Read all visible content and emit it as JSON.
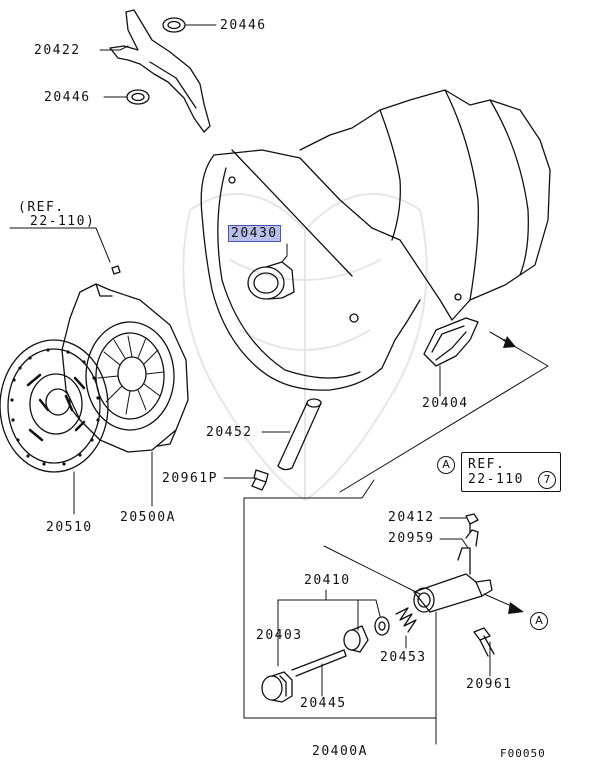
{
  "labels": {
    "p20446_top": "20446",
    "p20422": "20422",
    "p20446_left": "20446",
    "ref_left_line1": "(REF.",
    "ref_left_line2": "22-110)",
    "p20430": "20430",
    "p20404": "20404",
    "p20452": "20452",
    "p20961P": "20961P",
    "ref_right_line1": "REF.",
    "ref_right_line2": "22-110",
    "ref_right_circle": "7",
    "callout_A": "A",
    "p20510": "20510",
    "p20500A": "20500A",
    "p20412": "20412",
    "p20959": "20959",
    "p20410": "20410",
    "p20403": "20403",
    "p20453": "20453",
    "p20445": "20445",
    "p20961": "20961",
    "p20400A": "20400A",
    "figure_code": "F00050"
  },
  "highlight_color": "#b8bfe8"
}
